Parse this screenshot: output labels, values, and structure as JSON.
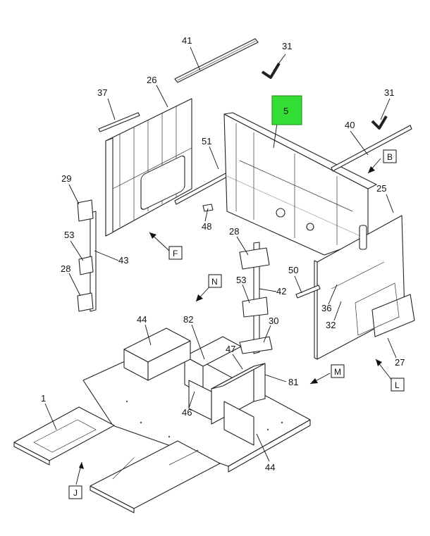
{
  "callouts": {
    "c1": "1",
    "c5": "5",
    "c25": "25",
    "c26": "26",
    "c27": "27",
    "c28a": "28",
    "c28b": "28",
    "c29": "29",
    "c30": "30",
    "c31a": "31",
    "c31b": "31",
    "c32": "32",
    "c36": "36",
    "c37": "37",
    "c40": "40",
    "c41": "41",
    "c42": "42",
    "c43": "43",
    "c44a": "44",
    "c44b": "44",
    "c46": "46",
    "c47": "47",
    "c48": "48",
    "c50": "50",
    "c51": "51",
    "c53a": "53",
    "c53b": "53",
    "c81": "81",
    "c82": "82"
  },
  "view_labels": {
    "B": "B",
    "F": "F",
    "J": "J",
    "L": "L",
    "M": "M",
    "N": "N"
  },
  "colors": {
    "highlight": "#33dd33",
    "line": "#222222"
  }
}
